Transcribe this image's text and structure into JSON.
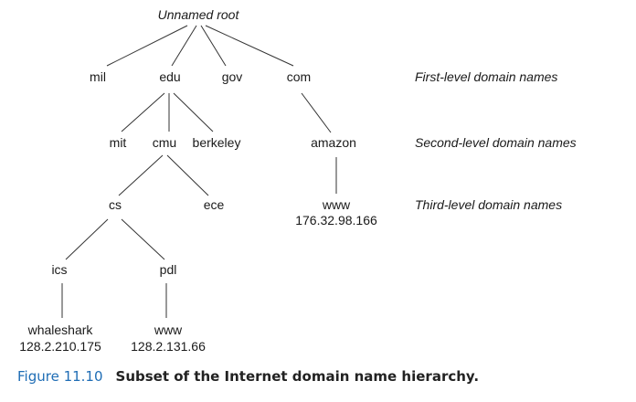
{
  "nodes": {
    "root": "Unnamed root",
    "mil": "mil",
    "edu": "edu",
    "gov": "gov",
    "com": "com",
    "mit": "mit",
    "cmu": "cmu",
    "berkeley": "berkeley",
    "amazon": "amazon",
    "cs": "cs",
    "ece": "ece",
    "amazon_www": "www",
    "amazon_ip": "176.32.98.166",
    "ics": "ics",
    "pdl": "pdl",
    "whaleshark": "whaleshark",
    "whaleshark_ip": "128.2.210.175",
    "pdl_www": "www",
    "pdl_ip": "128.2.131.66"
  },
  "levels": {
    "first": "First-level domain names",
    "second": "Second-level domain names",
    "third": "Third-level domain names"
  },
  "caption": {
    "number": "Figure 11.10",
    "text": "Subset of the Internet domain name hierarchy."
  },
  "colors": {
    "caption_number": "#1f6db5",
    "lines": "#333333"
  }
}
